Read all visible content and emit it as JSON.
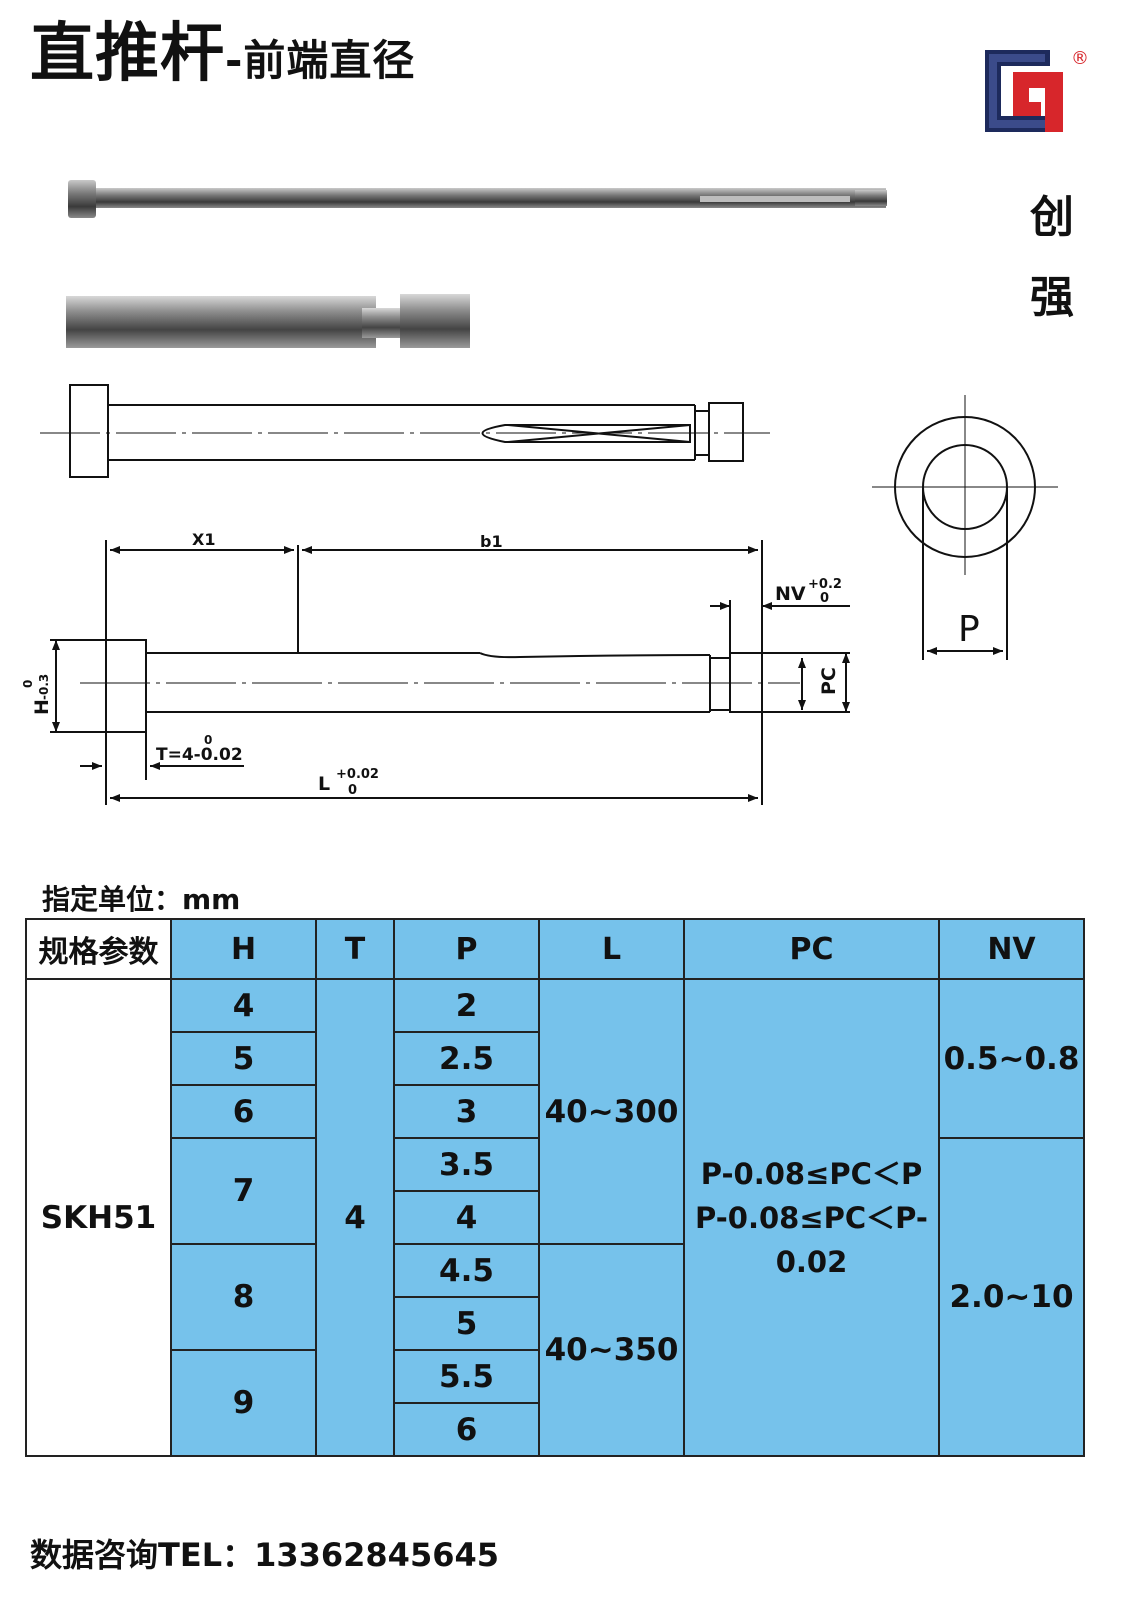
{
  "header": {
    "title_main": "直推杆",
    "title_sub": "-前端直径",
    "brand_chars": [
      "创",
      "强"
    ],
    "logo_registered": "®"
  },
  "diagram": {
    "labels": {
      "x1": "X1",
      "b1": "b1",
      "nv": "NV",
      "nv_tol_upper": "+0.2",
      "nv_tol_lower": "0",
      "pc": "PC",
      "h": "H",
      "h_tol_upper": "0",
      "h_tol_lower": "-0.3",
      "t": "T=4-0.02",
      "t_tol": "0",
      "l": "L",
      "l_tol_upper": "+0.02",
      "l_tol_lower": "0",
      "p": "P"
    }
  },
  "unit_label": "指定单位：mm",
  "table": {
    "headers": [
      "规格参数",
      "H",
      "T",
      "P",
      "L",
      "PC",
      "NV"
    ],
    "material": "SKH51",
    "h_values": [
      "4",
      "5",
      "6",
      "7",
      "8",
      "9"
    ],
    "t_value": "4",
    "p_values": [
      "2",
      "2.5",
      "3",
      "3.5",
      "4",
      "4.5",
      "5",
      "5.5",
      "6"
    ],
    "l_values": [
      "40~300",
      "40~350"
    ],
    "pc_lines": [
      "P-0.08≤PC＜P",
      "P-0.08≤PC＜P-",
      "0.02"
    ],
    "nv_values": [
      "0.5~0.8",
      "2.0~10"
    ]
  },
  "footer": "数据咨询TEL：13362845645",
  "colors": {
    "table_fill": "#76c2eb",
    "logo_red": "#d7262b",
    "logo_dark": "#1d2a5c"
  }
}
